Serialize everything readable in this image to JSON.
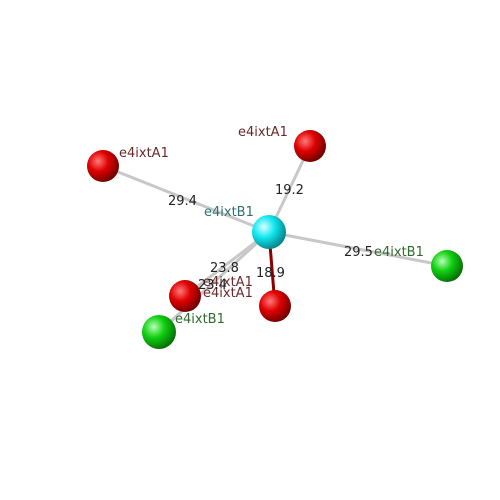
{
  "molecule": {
    "center_label": "e4ixtB1",
    "atoms": [
      {
        "id": "center",
        "label": "e4ixtB1",
        "color": "cyan"
      },
      {
        "id": "red-top",
        "label": "e4ixtA1",
        "color": "red"
      },
      {
        "id": "red-left",
        "label": "e4ixtA1",
        "color": "red"
      },
      {
        "id": "red-bottom-left",
        "label": "e4ixtA1",
        "color": "red"
      },
      {
        "id": "red-bottom",
        "label": "e4ixtA1",
        "color": "red"
      },
      {
        "id": "green-right",
        "label": "e4ixtB1",
        "color": "green"
      },
      {
        "id": "green-bottom-left",
        "label": "e4ixtB1",
        "color": "green"
      }
    ],
    "distances": [
      {
        "from": "center",
        "to": "red-top",
        "value": "19.2"
      },
      {
        "from": "center",
        "to": "red-left",
        "value": "29.4"
      },
      {
        "from": "center",
        "to": "green-right",
        "value": "29.5"
      },
      {
        "from": "center",
        "to": "red-bottom",
        "value": "18.9"
      },
      {
        "from": "center",
        "to": "red-bottom-left",
        "value": "23.8"
      },
      {
        "from": "center",
        "to": "green-bottom-left",
        "value": "23.4"
      }
    ]
  },
  "colors": {
    "red": "#e00000",
    "cyan": "#10e8f0",
    "green": "#10d010",
    "bond": "#c8c8c8",
    "bond_dark": "#8b0000"
  }
}
